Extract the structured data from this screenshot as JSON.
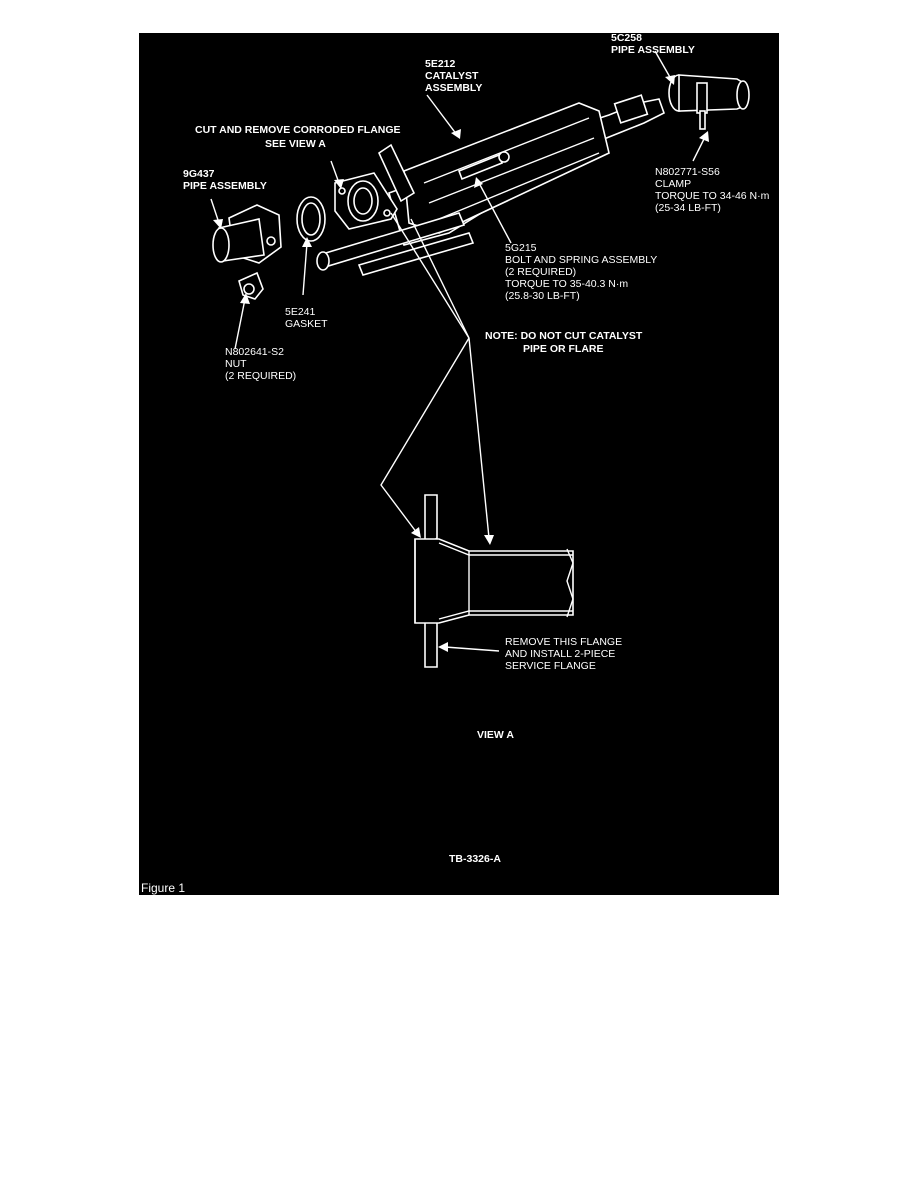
{
  "figure": {
    "caption": "Figure 1",
    "code": "TB-3326-A",
    "view_title": "VIEW A",
    "labels": {
      "pipe_5c258": [
        "5C258",
        "PIPE ASSEMBLY"
      ],
      "catalyst_5e212": [
        "5E212",
        "CATALYST",
        "ASSEMBLY"
      ],
      "cut_flange": "CUT AND REMOVE CORRODED FLANGE",
      "see_view": "SEE VIEW A",
      "pipe_9g437": [
        "9G437",
        "PIPE ASSEMBLY"
      ],
      "clamp": [
        "N802771-S56",
        "CLAMP",
        "TORQUE TO 34-46 N·m",
        "(25-34 LB-FT)"
      ],
      "bolt": [
        "5G215",
        "BOLT AND SPRING ASSEMBLY",
        "(2 REQUIRED)",
        "TORQUE TO 35-40.3 N·m",
        "(25.8-30 LB-FT)"
      ],
      "gasket": [
        "5E241",
        "GASKET"
      ],
      "nut": [
        "N802641-S2",
        "NUT",
        "(2 REQUIRED)"
      ],
      "note": [
        "NOTE: DO NOT CUT CATALYST",
        "PIPE OR FLARE"
      ],
      "remove_flange": [
        "REMOVE THIS FLANGE",
        "AND INSTALL 2-PIECE",
        "SERVICE FLANGE"
      ]
    }
  }
}
